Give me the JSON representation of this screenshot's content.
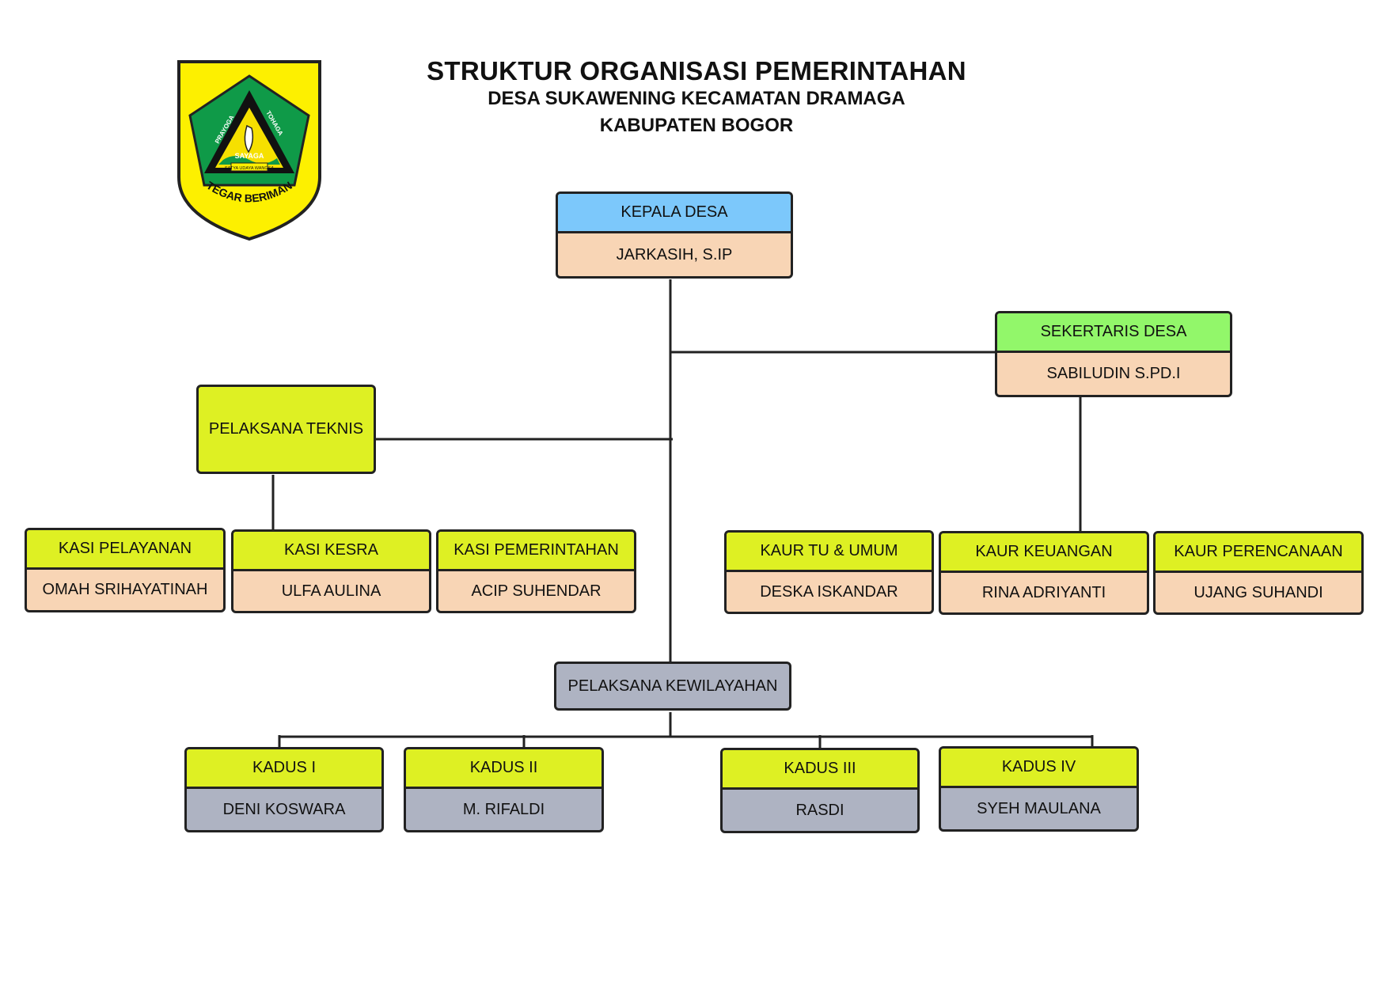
{
  "header": {
    "title": "STRUKTUR ORGANISASI PEMERINTAHAN",
    "subtitle": "DESA SUKAWENING KECAMATAN DRAMAGA",
    "region": "KABUPATEN BOGOR"
  },
  "logo": {
    "text_left": "PRAYOGA",
    "text_right": "TOHAGA",
    "text_center": "SAYAGA",
    "text_small": "SATYA UDAYA WANGSA",
    "motto": "TEGAR BERIMAN",
    "icon": "kabupaten-bogor-emblem"
  },
  "colors": {
    "lime": "#def023",
    "sky": "#7cc8fb",
    "green": "#92f76a",
    "peach": "#f8d5b5",
    "gray": "#aeb3c2",
    "logo_yellow": "#fdf000",
    "logo_green": "#0f9a48"
  },
  "kepala_desa": {
    "title": "KEPALA DESA",
    "name": "JARKASIH, S.IP"
  },
  "sekretaris": {
    "title": "SEKERTARIS DESA",
    "name": "SABILUDIN S.PD.I"
  },
  "pelaksana_teknis": {
    "title": "PELAKSANA TEKNIS"
  },
  "kasi": [
    {
      "title": "KASI PELAYANAN",
      "name": "OMAH SRIHAYATINAH"
    },
    {
      "title": "KASI KESRA",
      "name": "ULFA AULINA"
    },
    {
      "title": "KASI PEMERINTAHAN",
      "name": "ACIP SUHENDAR"
    }
  ],
  "kaur": [
    {
      "title": "KAUR TU & UMUM",
      "name": "DESKA ISKANDAR"
    },
    {
      "title": "KAUR KEUANGAN",
      "name": "RINA ADRIYANTI"
    },
    {
      "title": "KAUR PERENCANAAN",
      "name": "UJANG SUHANDI"
    }
  ],
  "pelaksana_kewilayahan": {
    "title": "PELAKSANA KEWILAYAHAN"
  },
  "kadus": [
    {
      "title": "KADUS I",
      "name": "DENI KOSWARA"
    },
    {
      "title": "KADUS II",
      "name": "M. RIFALDI"
    },
    {
      "title": "KADUS III",
      "name": "RASDI"
    },
    {
      "title": "KADUS IV",
      "name": "SYEH MAULANA"
    }
  ]
}
